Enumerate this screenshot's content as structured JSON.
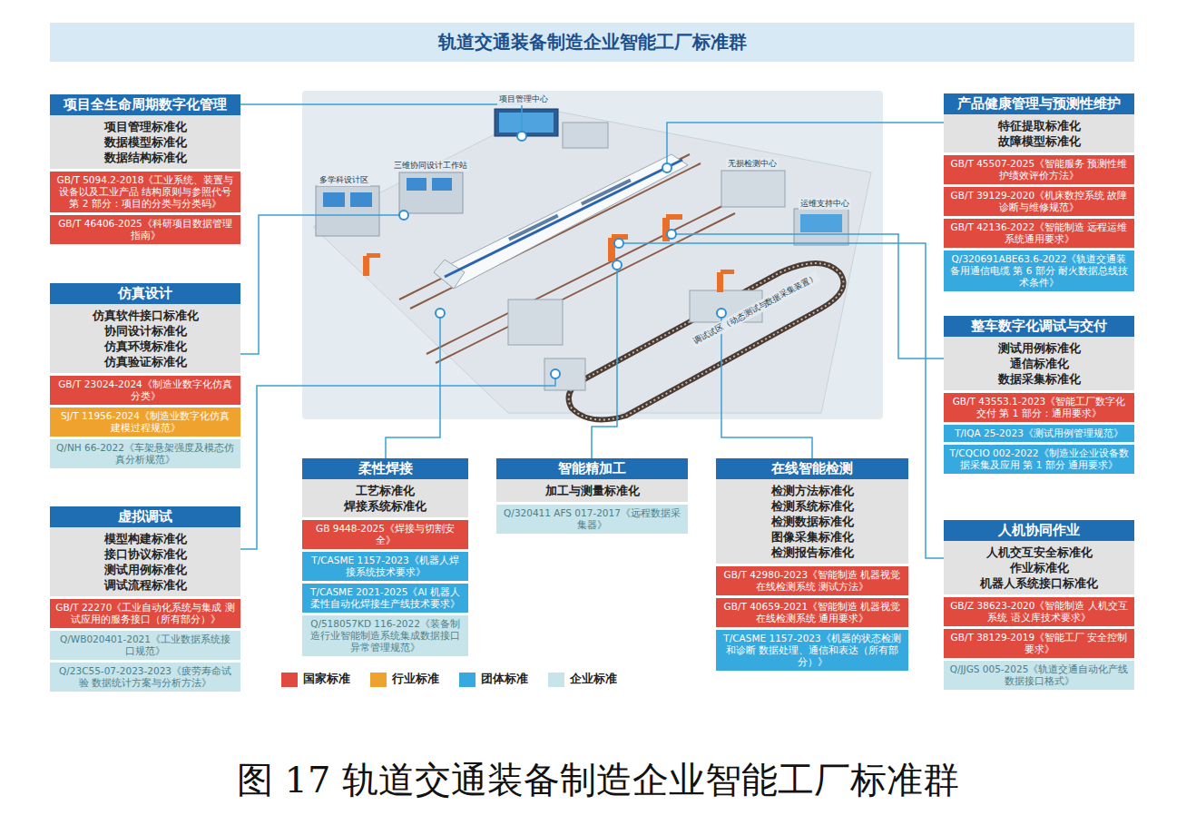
{
  "diagram": {
    "title": "轨道交通装备制造企业智能工厂标准群",
    "caption": "图 17 轨道交通装备制造企业智能工厂标准群",
    "nodes": [
      {
        "text": [
          "项目全生命周期数字化管理",
          "项目管理标准化",
          "数据模型标准化",
          "数据结构标准化"
        ]
      },
      {
        "text": [
          "GB/T 5094.2-2018《工业系统、装置与设备以及工业产品 结构原则与参照代号 第 2 部分：项目的分类与分类码》"
        ],
        "in": 0
      },
      {
        "text": [
          "GB/T 46406-2025《科研项目数据管理指南》"
        ],
        "in": 0
      },
      {
        "text": [
          "仿真设计",
          "仿真软件接口标准化",
          "协同设计标准化",
          "仿真环境标准化",
          "仿真验证标准化"
        ]
      },
      {
        "text": [
          "GB/T 23024-2024《制造业数字化仿真 分类》"
        ],
        "in": 3
      },
      {
        "text": [
          "SJ/T 11956-2024《制造业数字化仿真 建模过程规范》"
        ],
        "in": 3
      },
      {
        "text": [
          "Q/NH 66-2022《车架悬架强度及模态仿真分析规范》"
        ],
        "in": 3
      },
      {
        "text": [
          "虚拟调试",
          "模型构建标准化",
          "接口协议标准化",
          "测试用例标准化",
          "调试流程标准化"
        ]
      },
      {
        "text": [
          "GB/T 22270《工业自动化系统与集成 测试应用的服务接口（所有部分）》"
        ],
        "in": 7
      },
      {
        "text": [
          "Q/WB020401-2021《工业数据系统接口规范》"
        ],
        "in": 7
      },
      {
        "text": [
          "Q/23C55-07-2023-2023《疲劳寿命试验 数据统计方案与分析方法》"
        ],
        "in": 7
      },
      {
        "text": [
          "柔性焊接",
          "工艺标准化",
          "焊接系统标准化"
        ]
      },
      {
        "text": [
          "GB 9448-2025《焊接与切割安全》"
        ],
        "in": 11
      },
      {
        "text": [
          "T/CASME 1157-2023《机器人焊接系统技术要求》"
        ],
        "in": 11
      },
      {
        "text": [
          "T/CASME 2021-2025《AI 机器人柔性自动化焊接生产线技术要求》"
        ],
        "in": 11
      },
      {
        "text": [
          "Q/518057KD 116-2022《装备制造行业智能制造系统集成数据接口异常管理规范》"
        ],
        "in": 11
      },
      {
        "text": [
          "智能精加工",
          "加工与测量标准化"
        ]
      },
      {
        "text": [
          "Q/320411 AFS 017-2017《远程数据采集器》"
        ],
        "in": 16
      },
      {
        "text": [
          "在线智能检测",
          "检测方法标准化",
          "检测系统标准化",
          "检测数据标准化",
          "图像采集标准化",
          "检测报告标准化"
        ]
      },
      {
        "text": [
          "GB/T 42980-2023《智能制造 机器视觉在线检测系统 测试方法》"
        ],
        "in": 18
      },
      {
        "text": [
          "GB/T 40659-2021《智能制造 机器视觉在线检测系统 通用要求》"
        ],
        "in": 18
      },
      {
        "text": [
          "T/CASME 1157-2023《机器的状态检测和诊断 数据处理、通信和表达（所有部分）》"
        ],
        "in": 18
      },
      {
        "text": [
          "产品健康管理与预测性维护",
          "特征提取标准化",
          "故障模型标准化"
        ]
      },
      {
        "text": [
          "GB/T 45507-2025《智能服务 预测性维护绩效评价方法》"
        ],
        "in": 22
      },
      {
        "text": [
          "GB/T 39129-2020《机床数控系统 故障诊断与维修规范》"
        ],
        "in": 22
      },
      {
        "text": [
          "GB/T 42136-2022《智能制造 远程运维系统通用要求》"
        ],
        "in": 22
      },
      {
        "text": [
          "Q/320691ABE63.6-2022《轨道交通装备用通信电缆 第 6 部分 耐火数据总线技术条件》"
        ],
        "in": 22
      },
      {
        "text": [
          "整车数字化调试与交付",
          "测试用例标准化",
          "通信标准化",
          "数据采集标准化"
        ]
      },
      {
        "text": [
          "GB/T 43553.1-2023《智能工厂数字化交付 第 1 部分：通用要求》"
        ],
        "in": 27
      },
      {
        "text": [
          "T/IQA 25-2023《测试用例管理规范》"
        ],
        "in": 27
      },
      {
        "text": [
          "T/CQCIO 002-2022《制造业企业设备数据采集及应用 第 1 部分 通用要求》"
        ],
        "in": 27
      },
      {
        "text": [
          "人机协同作业",
          "人机交互安全标准化",
          "作业标准化",
          "机器人系统接口标准化"
        ]
      },
      {
        "text": [
          "GB/Z 38623-2020《智能制造 人机交互系统 语义库技术要求》"
        ],
        "in": 31
      },
      {
        "text": [
          "GB/T 38129-2019《智能工厂 安全控制要求》"
        ],
        "in": 31
      },
      {
        "text": [
          "Q/JJGS 005-2025《轨道交通自动化产线数据接口格式》"
        ],
        "in": 31
      }
    ],
    "labels": [
      "项目管理中心",
      "三维协同设计工作站",
      "多学科设计区",
      "无损检测中心",
      "运维支持中心",
      "调试试区（动态测试与数据采集装置）"
    ],
    "legend": [
      {
        "text": "国家标准",
        "color": "#e04a3f"
      },
      {
        "text": "行业标准",
        "color": "#f0a22e"
      },
      {
        "text": "团体标准",
        "color": "#36a9de"
      },
      {
        "text": "企业标准",
        "color": "#c6e4ea"
      }
    ]
  }
}
